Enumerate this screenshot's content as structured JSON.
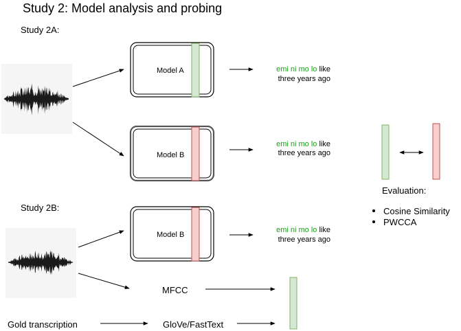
{
  "title": "Study 2: Model analysis and probing",
  "study_2a": {
    "label": "Study 2A:",
    "model_a": {
      "label": "Model A",
      "output": {
        "highlighted": "emi ni mo lo",
        "rest": "like",
        "line2": "three years ago"
      }
    },
    "model_b": {
      "label": "Model B",
      "output": {
        "highlighted": "emi ni mo lo",
        "rest": "like",
        "line2": "three years ago"
      }
    }
  },
  "evaluation": {
    "label": "Evaluation:",
    "items": [
      "Cosine Similarity",
      "PWCCA"
    ]
  },
  "study_2b": {
    "label": "Study 2B:",
    "model_b": {
      "label": "Model B",
      "output": {
        "highlighted": "emi ni mo lo",
        "rest": "like",
        "line2": "three years ago"
      }
    },
    "mfcc_label": "MFCC",
    "gold_label": "Gold transcription",
    "glove_label": "GloVe/FastText"
  },
  "colors": {
    "green_fill": "#d5e8d4",
    "green_stroke": "#82b366",
    "red_fill": "#f8cecc",
    "red_stroke": "#b85450",
    "highlight_text": "#1e9e1e",
    "waveform_bg": "#f5f5f5",
    "waveform": "#1a1a1a"
  }
}
